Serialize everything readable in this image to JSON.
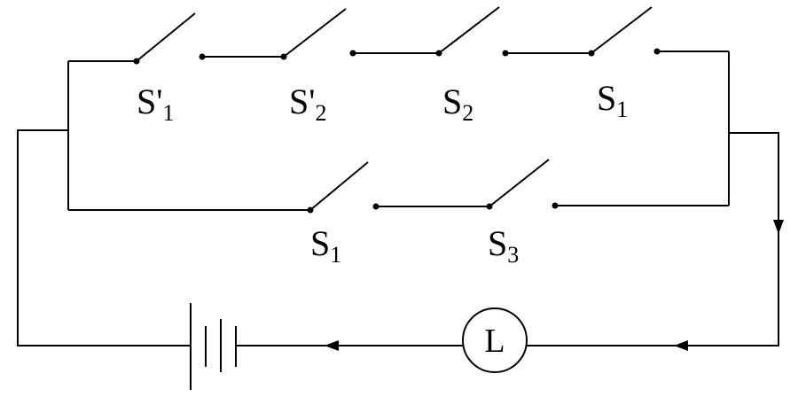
{
  "switches": [
    {
      "id": "s1p",
      "letter": "S",
      "prime": "'",
      "sub": "1"
    },
    {
      "id": "s2p",
      "letter": "S",
      "prime": "'",
      "sub": "2"
    },
    {
      "id": "s2",
      "letter": "S",
      "prime": "",
      "sub": "2"
    },
    {
      "id": "s1a",
      "letter": "S",
      "prime": "",
      "sub": "1"
    },
    {
      "id": "s1b",
      "letter": "S",
      "prime": "",
      "sub": "1"
    },
    {
      "id": "s3",
      "letter": "S",
      "prime": "",
      "sub": "3"
    }
  ],
  "lamp": {
    "label": "L"
  }
}
